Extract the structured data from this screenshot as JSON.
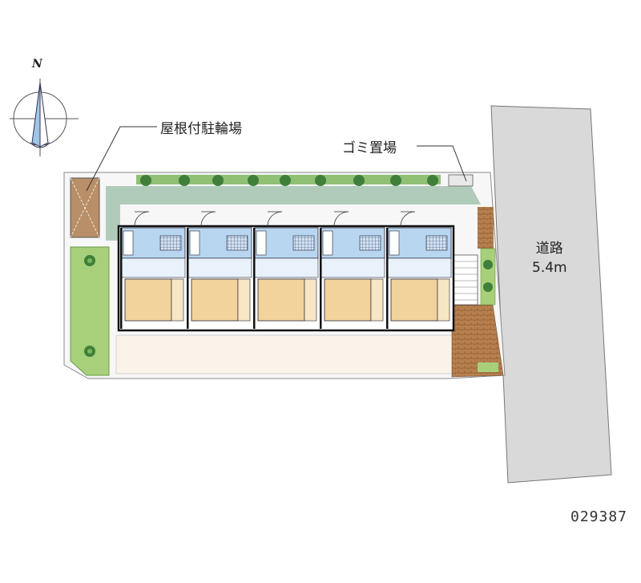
{
  "labels": {
    "north": "N",
    "bicycle_parking": "屋根付駐輪場",
    "garbage_area": "ゴミ置場",
    "road_name": "道路",
    "road_width": "5.4m",
    "property_id": "029387"
  },
  "colors": {
    "road": "#d9d9d9",
    "walkway": "#a9c5b3",
    "bathroom": "#b8d6ef",
    "room_floor": "#f3d39c",
    "lawn": "#a8d07a",
    "brick": "#b07a4a",
    "lot": "#f7f7f7"
  },
  "units": 5
}
